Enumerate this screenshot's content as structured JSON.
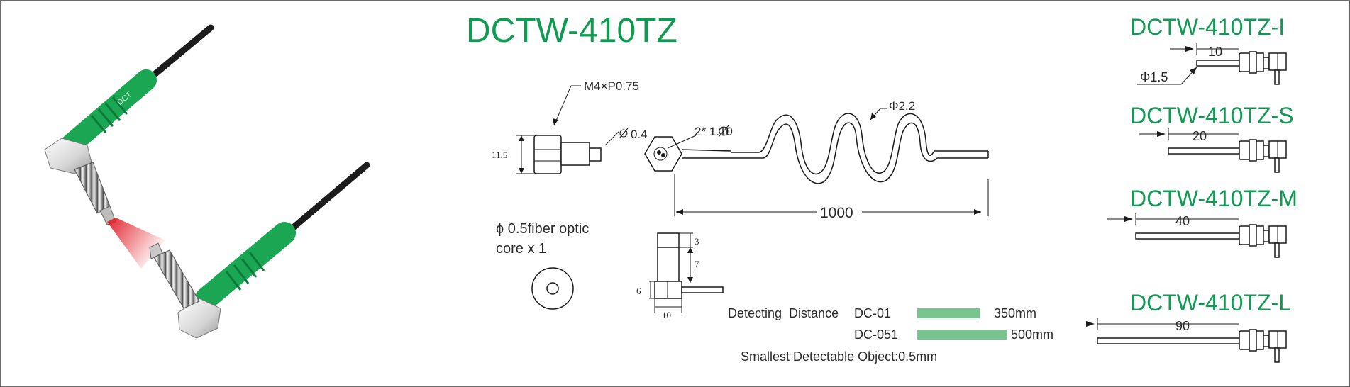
{
  "title": "DCTW-410TZ",
  "colors": {
    "brand_green": "#109a52",
    "bar_green": "#79c48f",
    "fiber_green": "#1aa653",
    "fiber_black": "#1c1c1c",
    "beam_red": "#e0232b"
  },
  "product_image": {
    "cable_print": "DCT"
  },
  "dimensions": {
    "thread": "M4×P0.75",
    "height": "11.5",
    "tip_diameter": "0.4",
    "hole_spec": "2* 1.10",
    "cable_diameter": "Φ2.2",
    "cable_length": "1000",
    "side_height_total": "7",
    "side_top": "3",
    "side_height": "6",
    "side_width": "10"
  },
  "core_note_line1": "0.5fiber optic",
  "core_note_line2": "core x 1",
  "detecting": {
    "label": "Detecting  Distance",
    "rows": [
      {
        "model": "DC-01",
        "value": "350mm",
        "fraction": 0.7
      },
      {
        "model": "DC-051",
        "value": "500mm",
        "fraction": 1.0
      }
    ],
    "smallest": "Smallest Detectable Object:0.5mm"
  },
  "variants": [
    {
      "name": "DCTW-410TZ-I",
      "length": "10",
      "extra": "Φ1.5"
    },
    {
      "name": "DCTW-410TZ-S",
      "length": "20"
    },
    {
      "name": "DCTW-410TZ-M",
      "length": "40"
    },
    {
      "name": "DCTW-410TZ-L",
      "length": "90"
    }
  ]
}
